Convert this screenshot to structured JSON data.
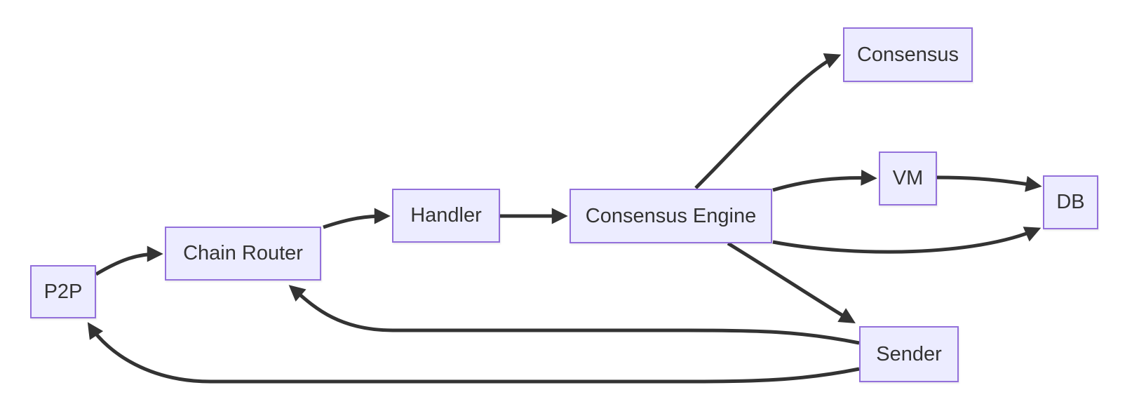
{
  "diagram": {
    "type": "flowchart",
    "direction": "left-to-right",
    "background_color": "#ffffff",
    "node_fill_color": "#ECECFF",
    "node_border_color": "#9370DB",
    "edge_color": "#333333",
    "text_color": "#333333",
    "nodes": {
      "p2p": {
        "label": "P2P"
      },
      "chain_router": {
        "label": "Chain Router"
      },
      "handler": {
        "label": "Handler"
      },
      "consensus_engine": {
        "label": "Consensus Engine"
      },
      "consensus": {
        "label": "Consensus"
      },
      "vm": {
        "label": "VM"
      },
      "db": {
        "label": "DB"
      },
      "sender": {
        "label": "Sender"
      }
    },
    "edges": [
      {
        "from": "P2P",
        "to": "Chain Router",
        "arrow": "normal"
      },
      {
        "from": "Chain Router",
        "to": "Handler",
        "arrow": "normal"
      },
      {
        "from": "Handler",
        "to": "Consensus Engine",
        "arrow": "normal"
      },
      {
        "from": "Consensus Engine",
        "to": "Consensus",
        "arrow": "normal"
      },
      {
        "from": "Consensus Engine",
        "to": "VM",
        "arrow": "normal"
      },
      {
        "from": "VM",
        "to": "DB",
        "arrow": "normal"
      },
      {
        "from": "Consensus Engine",
        "to": "DB",
        "arrow": "normal"
      },
      {
        "from": "Consensus Engine",
        "to": "Sender",
        "arrow": "normal"
      },
      {
        "from": "Sender",
        "to": "Chain Router",
        "arrow": "normal"
      },
      {
        "from": "Sender",
        "to": "P2P",
        "arrow": "normal"
      }
    ]
  }
}
